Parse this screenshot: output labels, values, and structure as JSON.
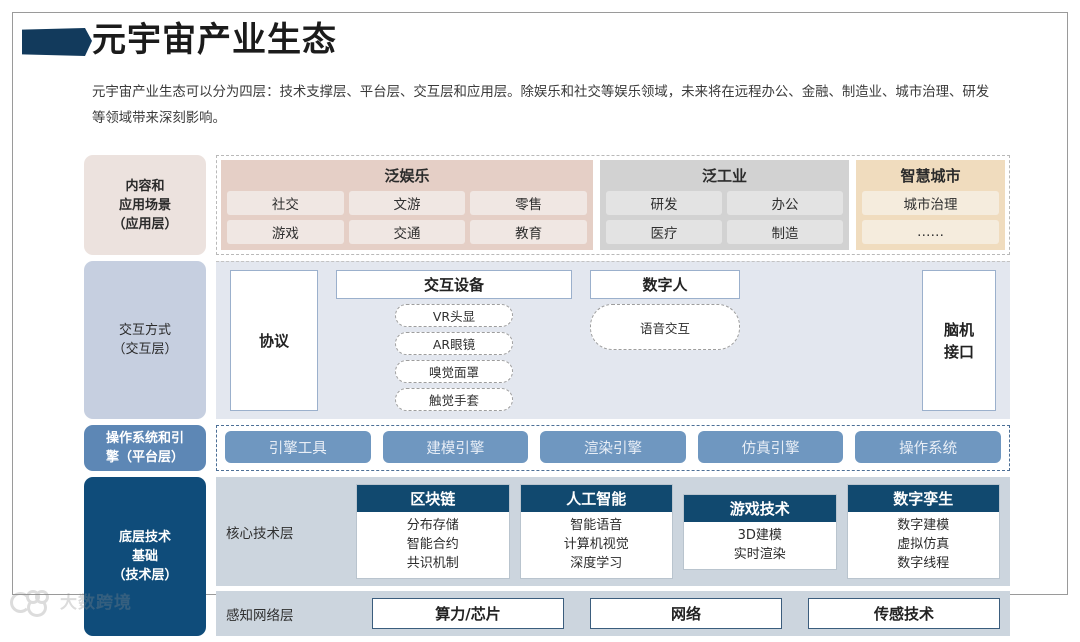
{
  "header": {
    "title": "元宇宙产业生态",
    "subtitle": "元宇宙产业生态可以分为四层：技术支撑层、平台层、交互层和应用层。除娱乐和社交等娱乐领域，未来将在远程办公、金融、制造业、城市治理、研发等领域带来深刻影响。"
  },
  "colors": {
    "accent_navy": "#123a5c",
    "tech_navy": "#0f4c7a",
    "platform_blue": "#5d87b5",
    "engine_blue": "#6f97c0",
    "interaction_bg": "#e3e7ef",
    "core_bg": "#ccd5de",
    "entertainment_bg": "#e5cfc6",
    "industry_bg": "#d2d2d2",
    "city_bg": "#f0dcbe",
    "app_label_bg": "#ece2de",
    "inter_label_bg": "#c6cfe0",
    "card_head": "#11496f"
  },
  "layers": {
    "application": {
      "side_label": "内容和\n应用场景\n（应用层）",
      "side_label_lines": [
        "内容和",
        "应用场景",
        "（应用层）"
      ],
      "domains": [
        {
          "name": "泛娱乐",
          "items": [
            "社交",
            "文游",
            "零售",
            "游戏",
            "交通",
            "教育"
          ]
        },
        {
          "name": "泛工业",
          "items": [
            "研发",
            "办公",
            "医疗",
            "制造"
          ]
        },
        {
          "name": "智慧城市",
          "items": [
            "城市治理",
            "……"
          ]
        }
      ]
    },
    "interaction": {
      "side_label_lines": [
        "交互方式",
        "（交互层）"
      ],
      "protocol": "协议",
      "groups": [
        {
          "name": "交互设备",
          "items": [
            "VR头显",
            "AR眼镜",
            "嗅觉面罩",
            "触觉手套"
          ]
        },
        {
          "name": "数字人",
          "items": [
            "语音交互"
          ]
        }
      ],
      "bci_lines": [
        "脑机",
        "接口"
      ]
    },
    "platform": {
      "side_label_lines": [
        "操作系统和引",
        "擎（平台层）"
      ],
      "engines": [
        "引擎工具",
        "建模引擎",
        "渲染引擎",
        "仿真引擎",
        "操作系统"
      ]
    },
    "technology": {
      "side_label_lines": [
        "底层技术",
        "基础",
        "（技术层）"
      ],
      "core_label": "核心技术层",
      "cards": [
        {
          "title": "区块链",
          "items": [
            "分布存储",
            "智能合约",
            "共识机制"
          ]
        },
        {
          "title": "人工智能",
          "items": [
            "智能语音",
            "计算机视觉",
            "深度学习"
          ]
        },
        {
          "title": "游戏技术",
          "items": [
            "3D建模",
            "实时渲染"
          ]
        },
        {
          "title": "数字孪生",
          "items": [
            "数字建模",
            "虚拟仿真",
            "数字线程"
          ]
        }
      ],
      "sense_label": "感知网络层",
      "sense_items": [
        "算力/芯片",
        "网络",
        "传感技术"
      ]
    }
  },
  "watermark": {
    "text": "大数跨境"
  }
}
